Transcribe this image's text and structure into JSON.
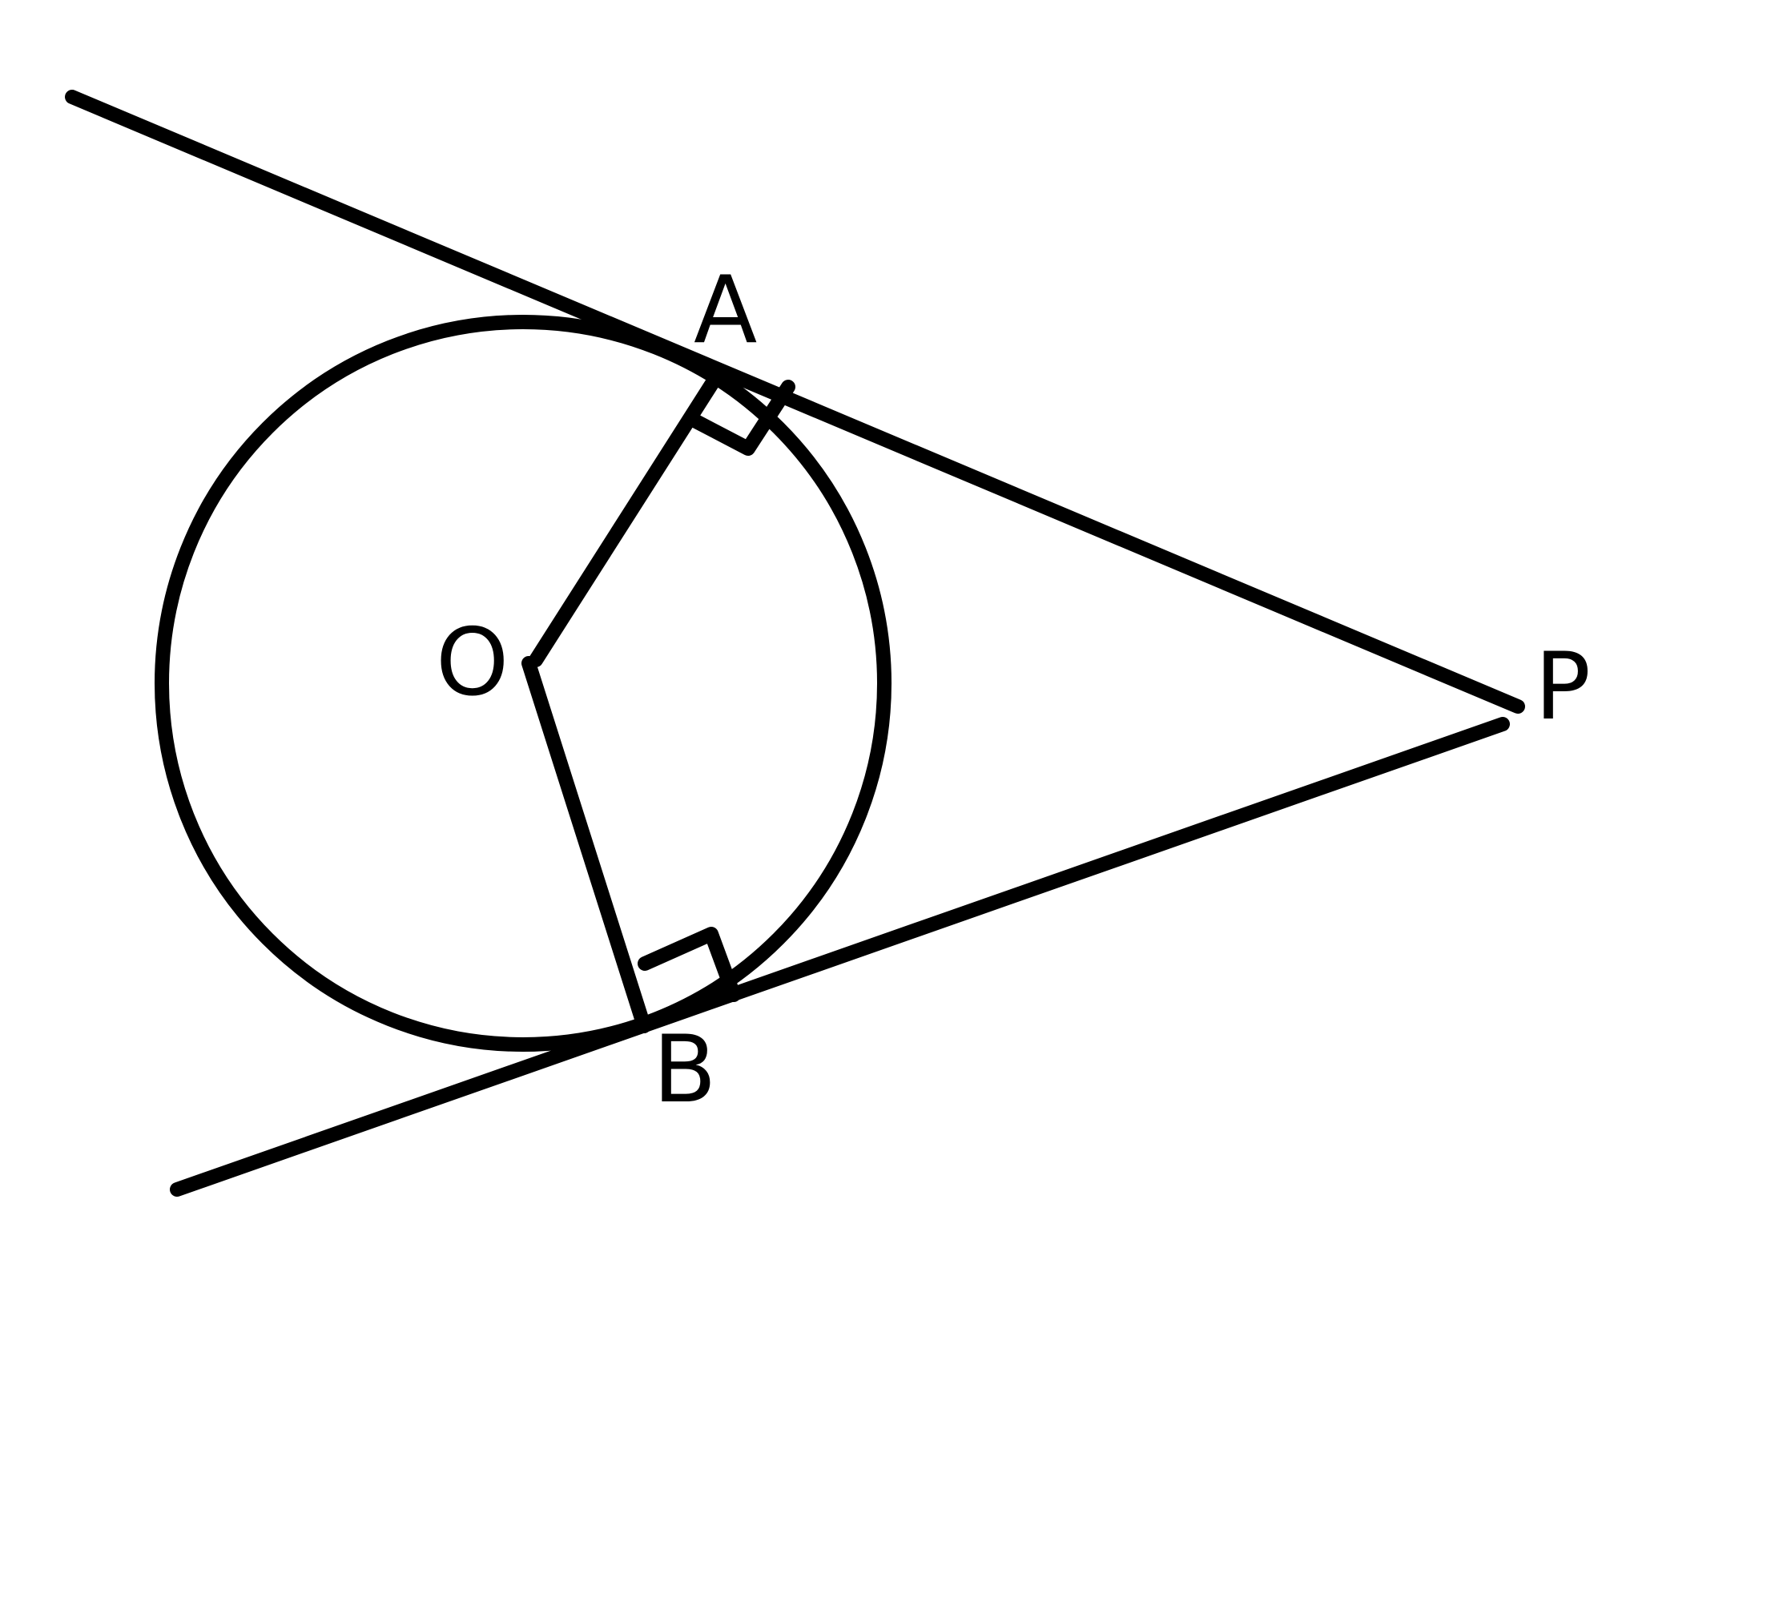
{
  "diagram": {
    "type": "geometry",
    "stroke_color": "#000000",
    "text_color": "#000000",
    "background": "#ffffff",
    "labels": {
      "a": "A",
      "b": "B",
      "o": "O",
      "p": "P"
    }
  }
}
